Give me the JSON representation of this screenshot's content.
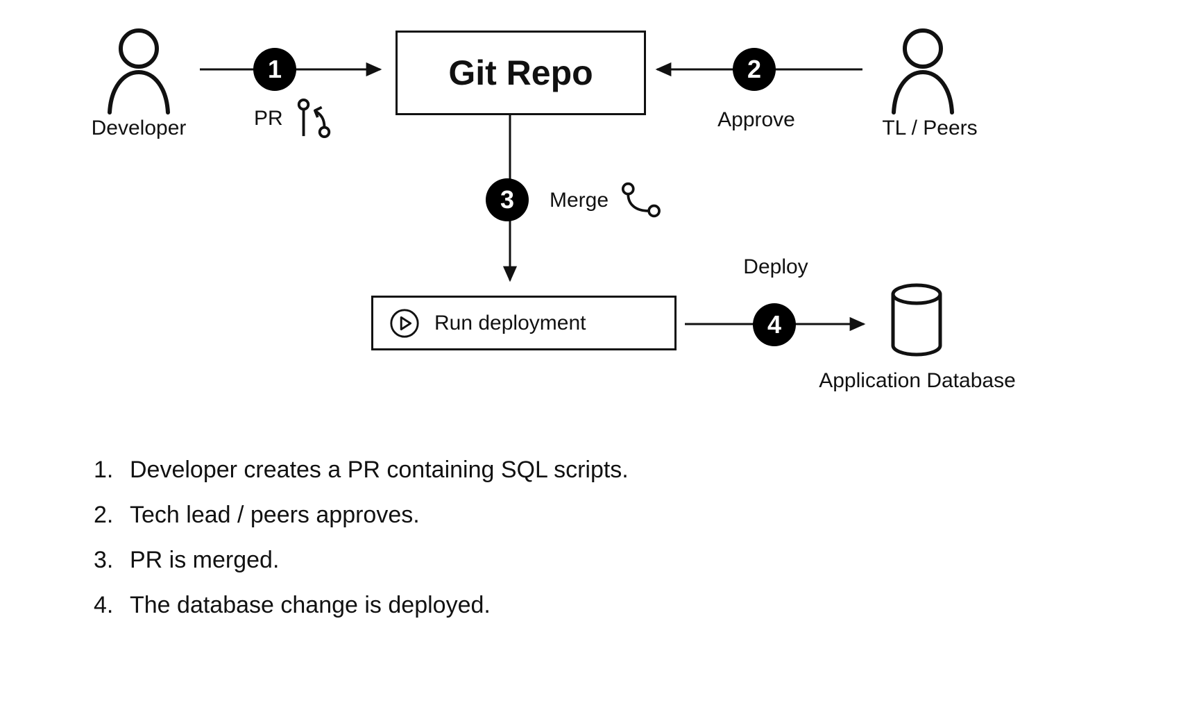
{
  "diagram": {
    "nodes": {
      "developer": {
        "label": "Developer",
        "icon": "person-icon"
      },
      "git_repo": {
        "label": "Git Repo"
      },
      "tl_peers": {
        "label": "TL / Peers",
        "icon": "person-icon"
      },
      "run_deployment": {
        "label": "Run deployment",
        "icon": "play-icon"
      },
      "app_database": {
        "label": "Application Database",
        "icon": "database-icon"
      }
    },
    "edges": {
      "pr": {
        "badge": "1",
        "label": "PR",
        "icon": "git-pull-request-icon"
      },
      "approve": {
        "badge": "2",
        "label": "Approve"
      },
      "merge": {
        "badge": "3",
        "label": "Merge",
        "icon": "git-merge-icon"
      },
      "deploy": {
        "badge": "4",
        "label": "Deploy"
      }
    },
    "colors": {
      "stroke": "#111111",
      "badge_bg": "#000000",
      "badge_text": "#ffffff",
      "background": "#ffffff"
    }
  },
  "steps": [
    {
      "num": "1.",
      "text": "Developer creates a PR containing SQL scripts."
    },
    {
      "num": "2.",
      "text": "Tech lead / peers approves."
    },
    {
      "num": "3.",
      "text": "PR is merged."
    },
    {
      "num": "4.",
      "text": "The database change is deployed."
    }
  ]
}
